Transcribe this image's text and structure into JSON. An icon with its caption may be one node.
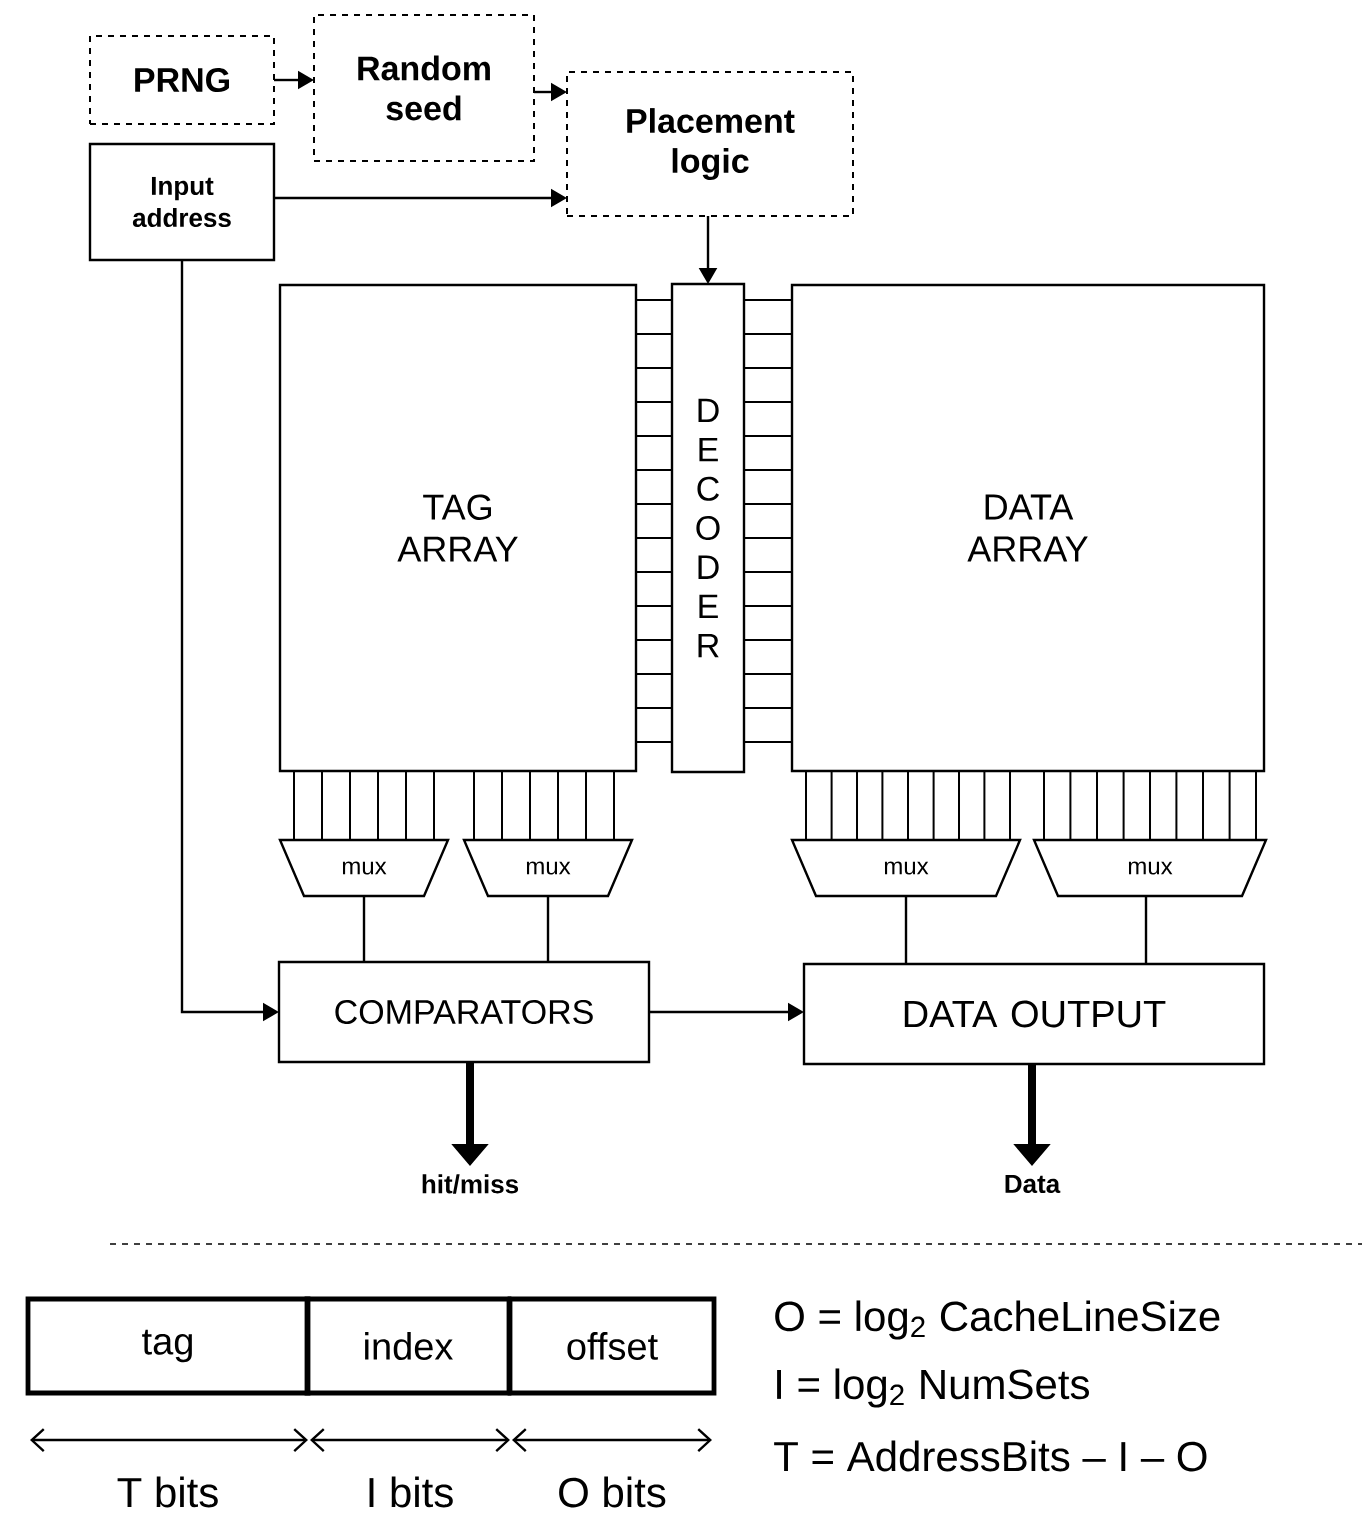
{
  "diagram": {
    "nodes": [
      {
        "text": [
          "PRNG"
        ]
      },
      {
        "text": [
          "Random seed"
        ]
      },
      {
        "text": [
          "Input address"
        ]
      },
      {
        "text": [
          "Placement logic"
        ]
      },
      {
        "text": [
          "TAG ARRAY"
        ]
      },
      {
        "text": [
          "DECODER"
        ]
      },
      {
        "text": [
          "DATA ARRAY"
        ]
      },
      {
        "text": [
          "mux"
        ]
      },
      {
        "text": [
          "mux"
        ]
      },
      {
        "text": [
          "mux"
        ]
      },
      {
        "text": [
          "mux"
        ]
      },
      {
        "text": [
          "COMPARATORS"
        ]
      },
      {
        "text": [
          "DATA OUTPUT"
        ]
      },
      {
        "text": [
          "hit/miss"
        ]
      },
      {
        "text": [
          "Data"
        ]
      },
      {
        "text": [
          "tag"
        ]
      },
      {
        "text": [
          "index"
        ]
      },
      {
        "text": [
          "offset"
        ]
      }
    ],
    "edges": [
      {
        "from": 0,
        "to": 1,
        "arrow": "to"
      },
      {
        "from": 1,
        "to": 3,
        "arrow": "to"
      },
      {
        "from": 2,
        "to": 3,
        "arrow": "to"
      },
      {
        "from": 3,
        "to": 5,
        "arrow": "to"
      },
      {
        "from": 2,
        "to": 11,
        "arrow": "to"
      },
      {
        "from": 7,
        "to": 11,
        "arrow": "none"
      },
      {
        "from": 8,
        "to": 11,
        "arrow": "none"
      },
      {
        "from": 9,
        "to": 12,
        "arrow": "none"
      },
      {
        "from": 10,
        "to": 12,
        "arrow": "none"
      },
      {
        "from": 11,
        "to": 12,
        "arrow": "to"
      },
      {
        "from": 11,
        "to": 13,
        "arrow": "to",
        "style": "thick"
      },
      {
        "from": 12,
        "to": 14,
        "arrow": "to",
        "style": "thick"
      },
      {
        "from": 5,
        "to": 4,
        "arrow": "none"
      },
      {
        "from": 5,
        "to": 6,
        "arrow": "none"
      },
      {
        "from": 4,
        "to": 7,
        "arrow": "none"
      },
      {
        "from": 4,
        "to": 8,
        "arrow": "none"
      },
      {
        "from": 6,
        "to": 9,
        "arrow": "none"
      },
      {
        "from": 6,
        "to": 10,
        "arrow": "none"
      }
    ],
    "labels": [
      "O = log$_{2}$ CacheLineSize",
      "I = log$_{2}$ NumSets",
      "T bits",
      "I bits",
      "O bits",
      "T = AddressBits – I – O"
    ]
  }
}
